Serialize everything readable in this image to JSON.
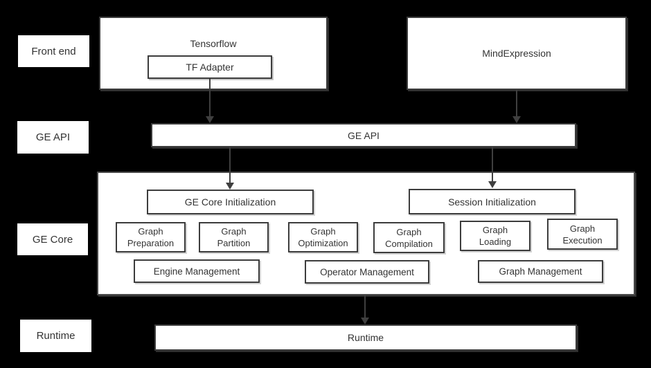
{
  "diagram": {
    "layers": [
      {
        "label": "Front end"
      },
      {
        "label": "GE API"
      },
      {
        "label": "GE Core"
      },
      {
        "label": "Runtime"
      }
    ],
    "frontend": {
      "tensorflow": "Tensorflow",
      "tf_adapter": "TF Adapter",
      "mind_expression": "MindExpression"
    },
    "api_bar": "GE API",
    "core": {
      "init": "GE Core Initialization",
      "session_init": "Session Initialization",
      "modules": [
        "Graph Preparation",
        "Graph Partition",
        "Graph Optimization",
        "Graph Compilation",
        "Graph Loading",
        "Graph Execution"
      ],
      "management": [
        "Engine Management",
        "Operator Management",
        "Graph Management"
      ]
    },
    "runtime_bar": "Runtime",
    "colors": {
      "background": "#000000",
      "box_fill": "#ffffff",
      "box_border": "#3c3c3c",
      "text": "#333333",
      "arrow": "#3f3f3f"
    }
  }
}
